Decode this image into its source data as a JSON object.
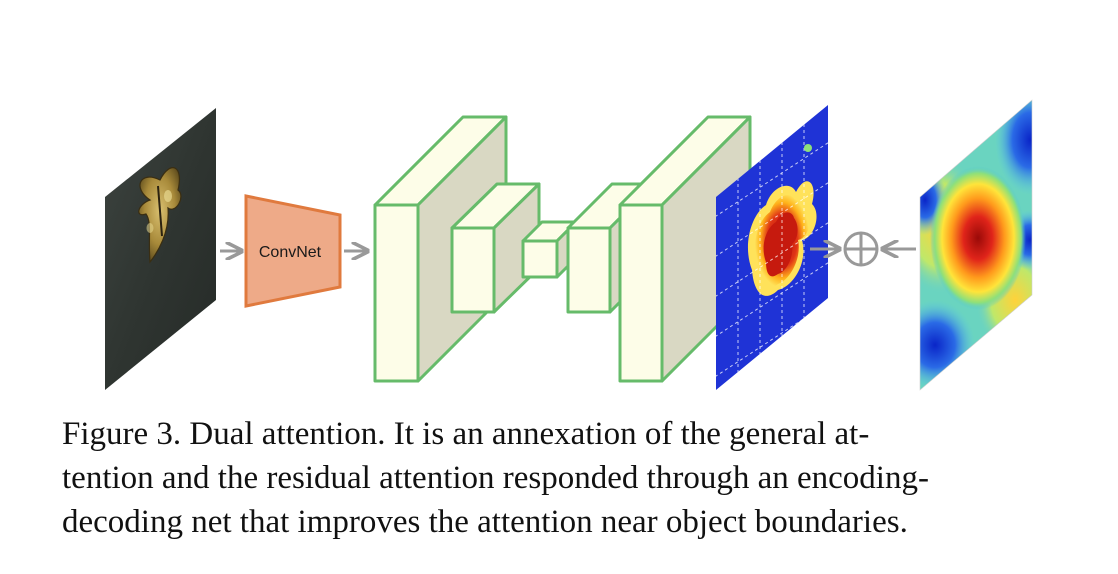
{
  "figure": {
    "convnet_label": "ConvNet",
    "sum_symbol": "⊕",
    "icons": [
      "butterfly-image",
      "convnet-block",
      "encoder-decoder-net",
      "attention-map",
      "sum-icon",
      "general-attention-map"
    ],
    "colors": {
      "convnet_fill": "#eeaa88",
      "convnet_stroke": "#e07a3e",
      "block_stroke": "#66bb6a",
      "block_front": "#fdfde8",
      "block_side": "#d9d8c3",
      "arrow": "#999999",
      "attention_bg": "#1f33d6",
      "heat_hot": "#cc1f10"
    }
  },
  "caption": {
    "lines": [
      "Figure 3. Dual attention.  It is an annexation of the general at-",
      "tention and the residual attention responded through an encoding-",
      "decoding net that improves the attention near object boundaries."
    ]
  }
}
